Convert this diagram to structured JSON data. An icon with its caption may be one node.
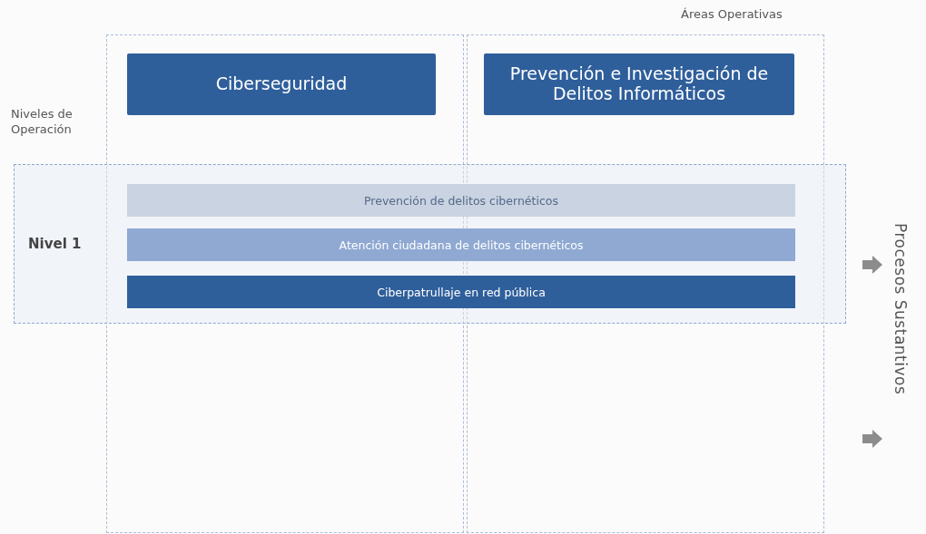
{
  "diagram": {
    "nodes": [
      {
        "text": [],
        "shape": "box"
      },
      {
        "text": [],
        "shape": "box"
      },
      {
        "text": [
          "Ciberseguridad"
        ],
        "in": 0
      },
      {
        "text": [
          "Prevención e Investigación de Delitos Informáticos"
        ],
        "in": 1
      },
      {
        "text": [
          "Nivel 1"
        ]
      },
      {
        "text": [
          "Prevención de delitos cibernéticos"
        ],
        "in": 4
      },
      {
        "text": [
          "Atención ciudadana de delitos cibernéticos"
        ],
        "in": 4
      },
      {
        "text": [
          "Ciberpatrullaje en red pública"
        ],
        "in": 4
      }
    ],
    "edges": [],
    "labels": [
      "Áreas Operativas",
      "Niveles de Operación",
      "Procesos Sustantivos"
    ]
  }
}
